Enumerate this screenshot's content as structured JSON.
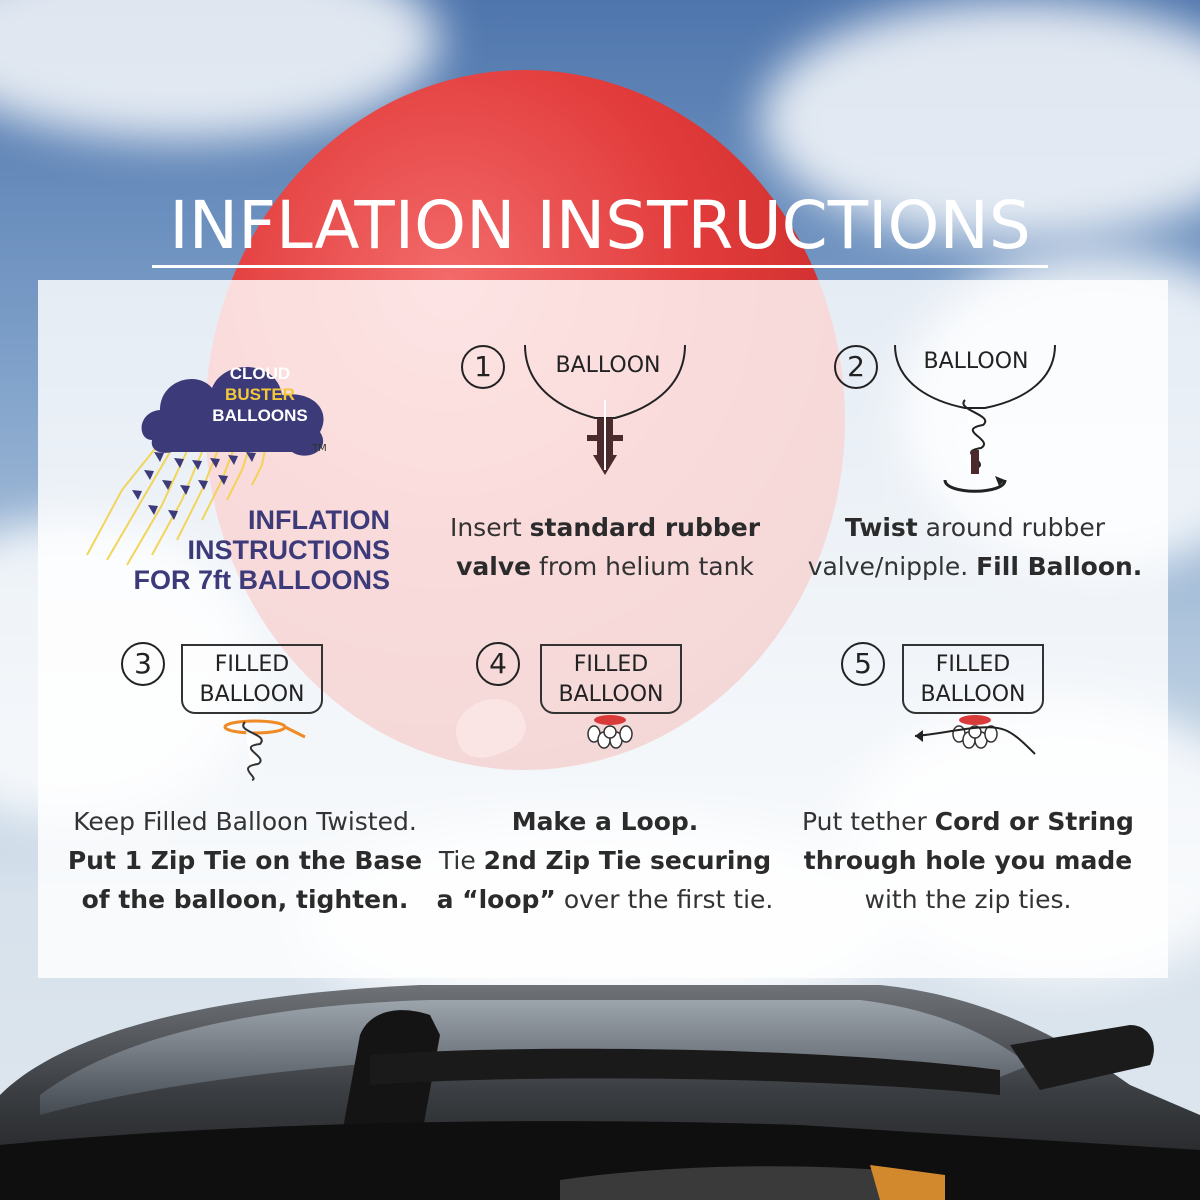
{
  "title": "INFLATION INSTRUCTIONS",
  "brand": {
    "line1": "CLOUD",
    "line2": "BUSTER",
    "line3": "BALLOONS",
    "tm": "TM",
    "caption_line1": "INFLATION",
    "caption_line2": "INSTRUCTIONS",
    "caption_line3": "FOR 7ft BALLOONS"
  },
  "steps": [
    {
      "number": "1",
      "diagram_label": "BALLOON",
      "caption": [
        {
          "text": "Insert ",
          "bold": false
        },
        {
          "text": "standard rubber",
          "bold": true
        },
        {
          "text": "valve",
          "bold": true
        },
        {
          "text": " from helium tank",
          "bold": false
        }
      ]
    },
    {
      "number": "2",
      "diagram_label": "BALLOON",
      "caption": [
        {
          "text": "Twist",
          "bold": true
        },
        {
          "text": " around rubber",
          "bold": false
        },
        {
          "text": "valve/nipple. ",
          "bold": false
        },
        {
          "text": "Fill Balloon.",
          "bold": true
        }
      ]
    },
    {
      "number": "3",
      "diagram_label_line1": "FILLED",
      "diagram_label_line2": "BALLOON",
      "caption": [
        {
          "text": "Keep Filled Balloon Twisted.",
          "bold": false
        },
        {
          "text": "Put 1 Zip Tie on the Base",
          "bold": true
        },
        {
          "text": "of the balloon, tighten.",
          "bold": true
        }
      ]
    },
    {
      "number": "4",
      "diagram_label_line1": "FILLED",
      "diagram_label_line2": "BALLOON",
      "caption": [
        {
          "text": "Make a Loop.",
          "bold": true
        },
        {
          "text": "Tie ",
          "bold": false
        },
        {
          "text": "2nd Zip Tie securing",
          "bold": true
        },
        {
          "text": "a “loop”",
          "bold": true
        },
        {
          "text": " over the first tie.",
          "bold": false
        }
      ]
    },
    {
      "number": "5",
      "diagram_label_line1": "FILLED",
      "diagram_label_line2": "BALLOON",
      "caption": [
        {
          "text": "Put tether  ",
          "bold": false
        },
        {
          "text": "Cord or String",
          "bold": true
        },
        {
          "text": "through hole you made",
          "bold": true
        },
        {
          "text": "with the zip ties.",
          "bold": false
        }
      ]
    }
  ],
  "colors": {
    "brand_purple": "#3d3a7a",
    "brand_yellow": "#f2c93a",
    "zip_tie_orange": "#f08a24",
    "zip_tie_red": "#d93a3a",
    "balloon_red": "#e23b3b"
  }
}
